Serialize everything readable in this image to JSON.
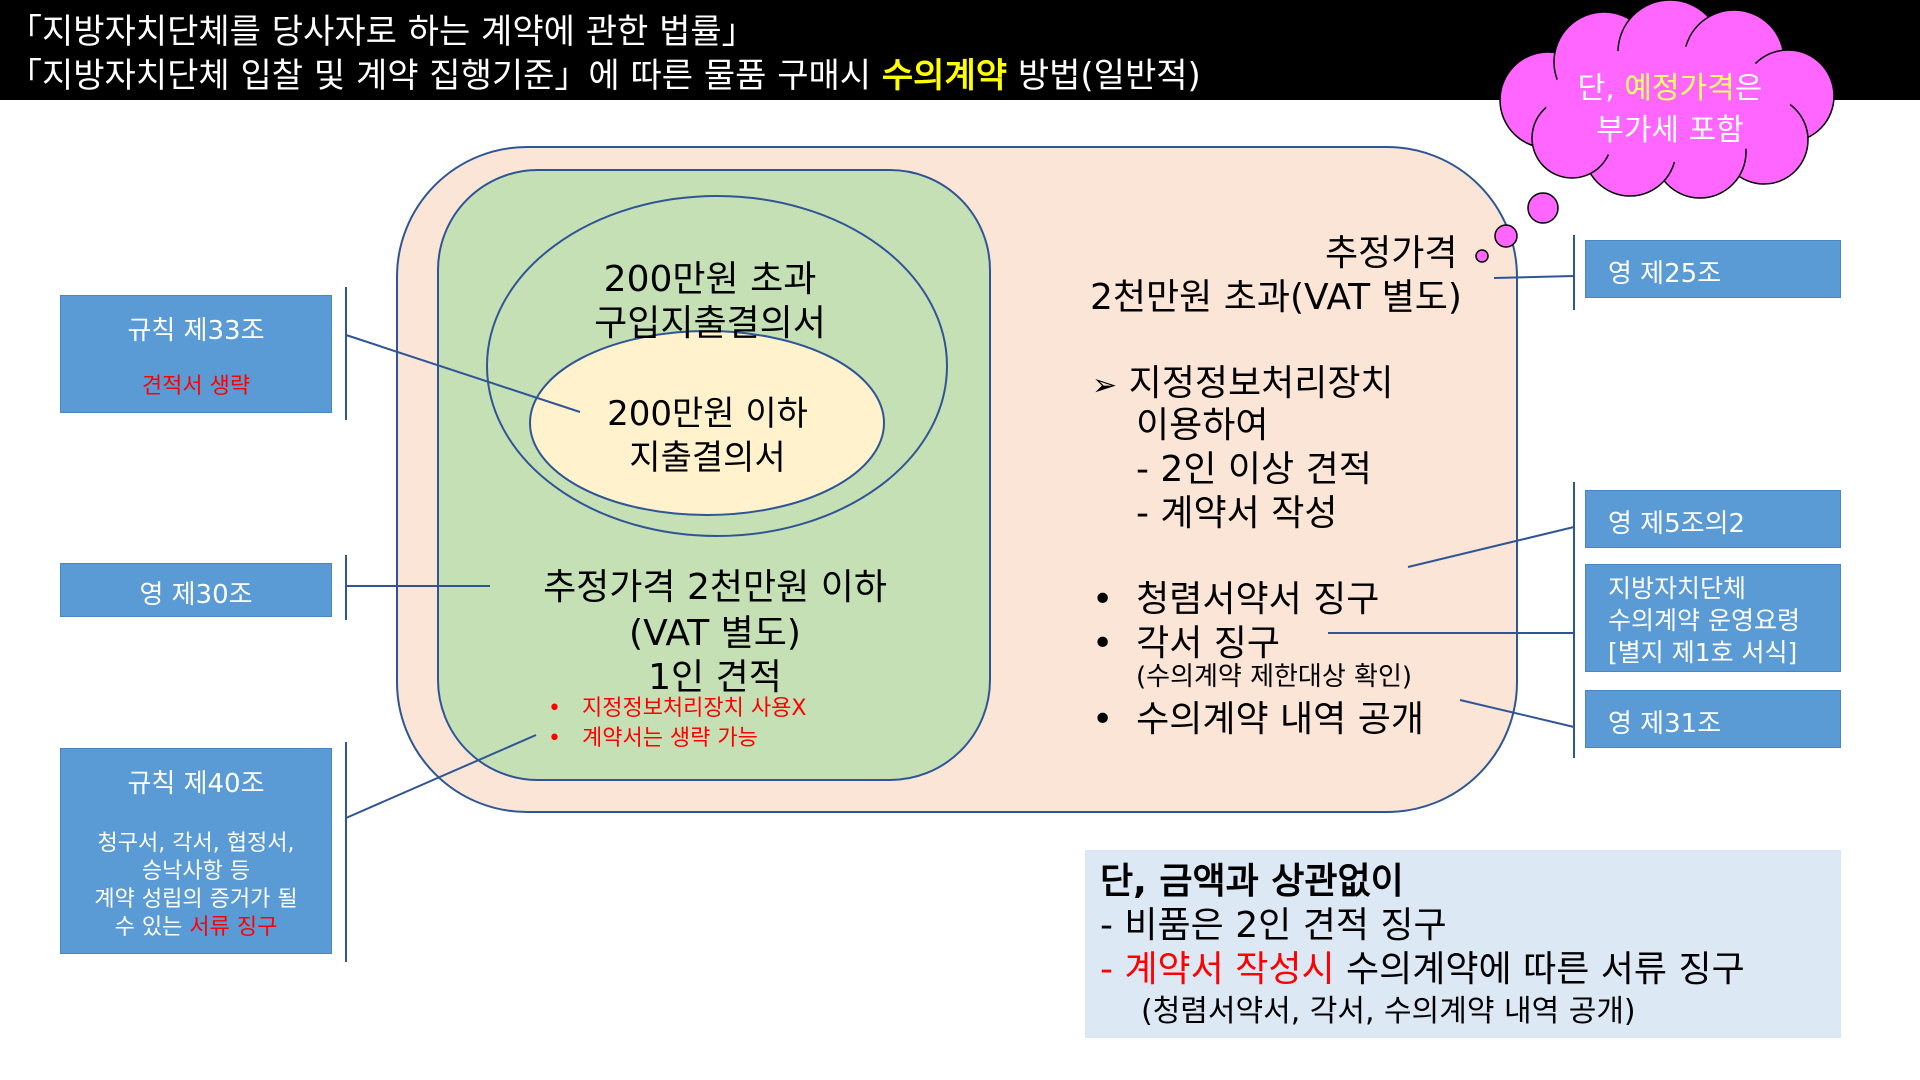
{
  "header": {
    "line1": "「지방자치단체를 당사자로 하는 계약에 관한 법률」",
    "line2_pre": "「지방자치단체 입찰 및 계약 집행기준」에 따른 물품 구매시 ",
    "line2_highlight": "수의계약",
    "line2_post": " 방법(일반적)"
  },
  "cloud": {
    "prefix": "단, ",
    "highlight": "예정가격",
    "suffix": "은",
    "line2": "부가세 포함"
  },
  "left_refs": [
    {
      "title": "규칙 제33조",
      "note": "견적서 생략"
    },
    {
      "title": "영 제30조"
    },
    {
      "title": "규칙 제40조",
      "body1": "청구서, 각서, 협정서,",
      "body2": "승낙사항 등",
      "body3": "계약 성립의 증거가 될",
      "body4_pre": "수 있는 ",
      "body4_red": "서류 징구"
    }
  ],
  "green": {
    "outer_line1": "200만원 초과",
    "outer_line2": "구입지출결의서",
    "inner_line1": "200만원 이하",
    "inner_line2": "지출결의서",
    "main_line1": "추정가격 2천만원 이하",
    "main_line2": "(VAT 별도)",
    "main_line3": "1인 견적",
    "bullet1": "지정정보처리장치 사용X",
    "bullet2": "계약서는 생략 가능"
  },
  "right_panel": {
    "title_line1": "추정가격",
    "title_line2": "2천만원 초과(VAT 별도)",
    "arrow_item_line1": "지정정보처리장치",
    "arrow_item_line2": "이용하여",
    "dash1": "- 2인 이상 견적",
    "dash2": "- 계약서 작성",
    "bullet1": "청렴서약서 징구",
    "bullet2": "각서 징구",
    "bullet2_sub": "(수의계약 제한대상 확인)",
    "bullet3": "수의계약 내역 공개",
    "arrow_glyph": "➢",
    "bullet_glyph": "•"
  },
  "right_refs": [
    {
      "title": "영 제25조"
    },
    {
      "title": "영 제5조의2"
    },
    {
      "line1": "지방자치단체",
      "line2": "수의계약 운영요령",
      "line3": "[별지 제1호 서식]"
    },
    {
      "title": "영 제31조"
    }
  ],
  "note": {
    "title": "단, 금액과 상관없이",
    "item1": "-  비품은 2인 견적 징구",
    "item2_dash": "-  ",
    "item2_red": "계약서 작성시",
    "item2_rest": " 수의계약에 따른 서류 징구",
    "item3": "(청렴서약서, 각서, 수의계약 내역 공개)"
  },
  "colors": {
    "header_bg": "#000000",
    "highlight_yellow": "#ffff00",
    "ref_box": "#5b9bd5",
    "outer_panel": "#fbe5d6",
    "green_panel": "#c5e0b4",
    "inner_ellipse": "#fff2cc",
    "cloud": "#ff66ff",
    "note_bg": "#dde8f5",
    "emphasis_red": "#ff0000"
  }
}
